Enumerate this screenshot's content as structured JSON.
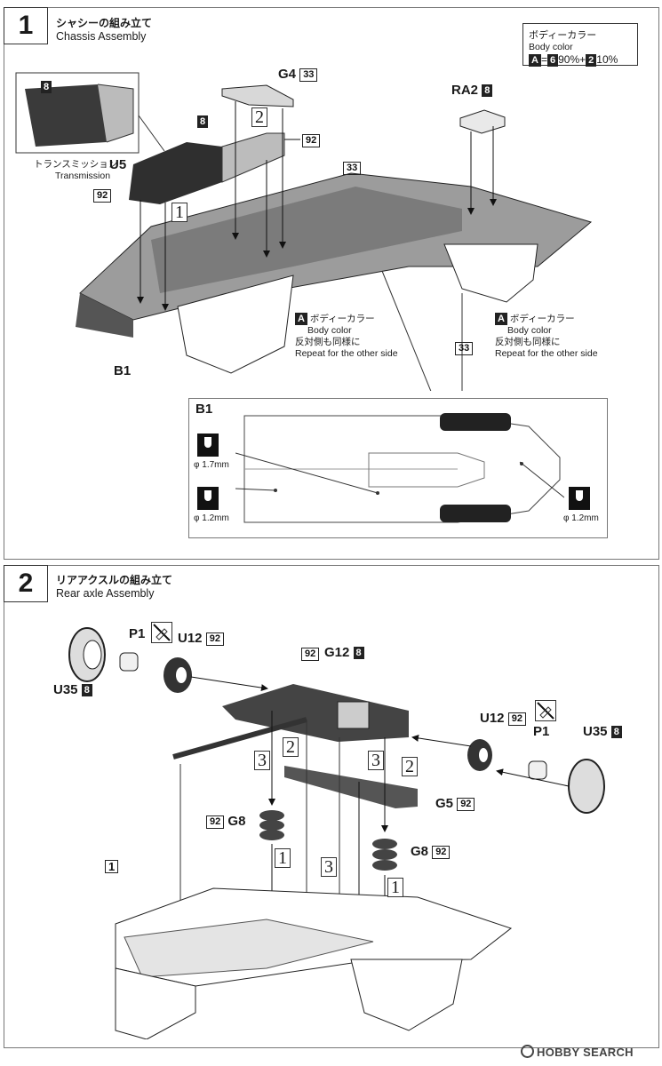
{
  "step1": {
    "number": "1",
    "title_jp": "シャシーの組み立て",
    "title_en": "Chassis Assembly",
    "body_color": {
      "title_jp": "ボディーカラー",
      "title_en": "Body color",
      "formula_a": "A",
      "eq": "=",
      "c1": "6",
      "p1": "90%",
      "plus": "+",
      "c2": "2",
      "p2": "10%"
    },
    "parts": {
      "g4": "G4",
      "g4_code": "33",
      "ra2": "RA2",
      "ra2_code": "8",
      "inset_code": "8",
      "part8": "8",
      "u5": "U5",
      "u5_jp": "トランスミッション",
      "u5_en": "Transmission",
      "code92a": "92",
      "code92b": "92",
      "code33": "33",
      "code33b": "33",
      "b1": "B1",
      "step_ref_1": "1",
      "step_ref_2": "2"
    },
    "callout_left": {
      "a": "A",
      "jp": "ボディーカラー",
      "en": "Body color",
      "repeat_jp": "反対側も同様に",
      "repeat_en": "Repeat for the other side"
    },
    "callout_right": {
      "a": "A",
      "jp": "ボディーカラー",
      "en": "Body color",
      "repeat_jp": "反対側も同様に",
      "repeat_en": "Repeat for the other side"
    },
    "detail": {
      "title": "B1",
      "d1": "φ 1.7mm",
      "d2": "φ 1.2mm",
      "d3": "φ 1.2mm"
    }
  },
  "step2": {
    "number": "2",
    "title_jp": "リアアクスルの組み立て",
    "title_en": "Rear axle Assembly",
    "parts": {
      "p1_left": "P1",
      "u12_left": "U12",
      "u12_left_code": "92",
      "u35_left": "U35",
      "u35_left_code": "8",
      "code92_top": "92",
      "g12": "G12",
      "g12_code": "8",
      "u12_right": "U12",
      "u12_right_code": "92",
      "p1_right": "P1",
      "u35_right": "U35",
      "u35_right_code": "8",
      "g8_left_code": "92",
      "g8_left": "G8",
      "g8_right": "G8",
      "g8_right_code": "92",
      "g5": "G5",
      "g5_code": "92",
      "ref_step1": "1"
    },
    "refs": {
      "r3a": "3",
      "r2a": "2",
      "r3b": "3",
      "r2b": "2",
      "r1a": "1",
      "r3c": "3",
      "r1b": "1"
    }
  },
  "watermark": "HOBBY SEARCH"
}
